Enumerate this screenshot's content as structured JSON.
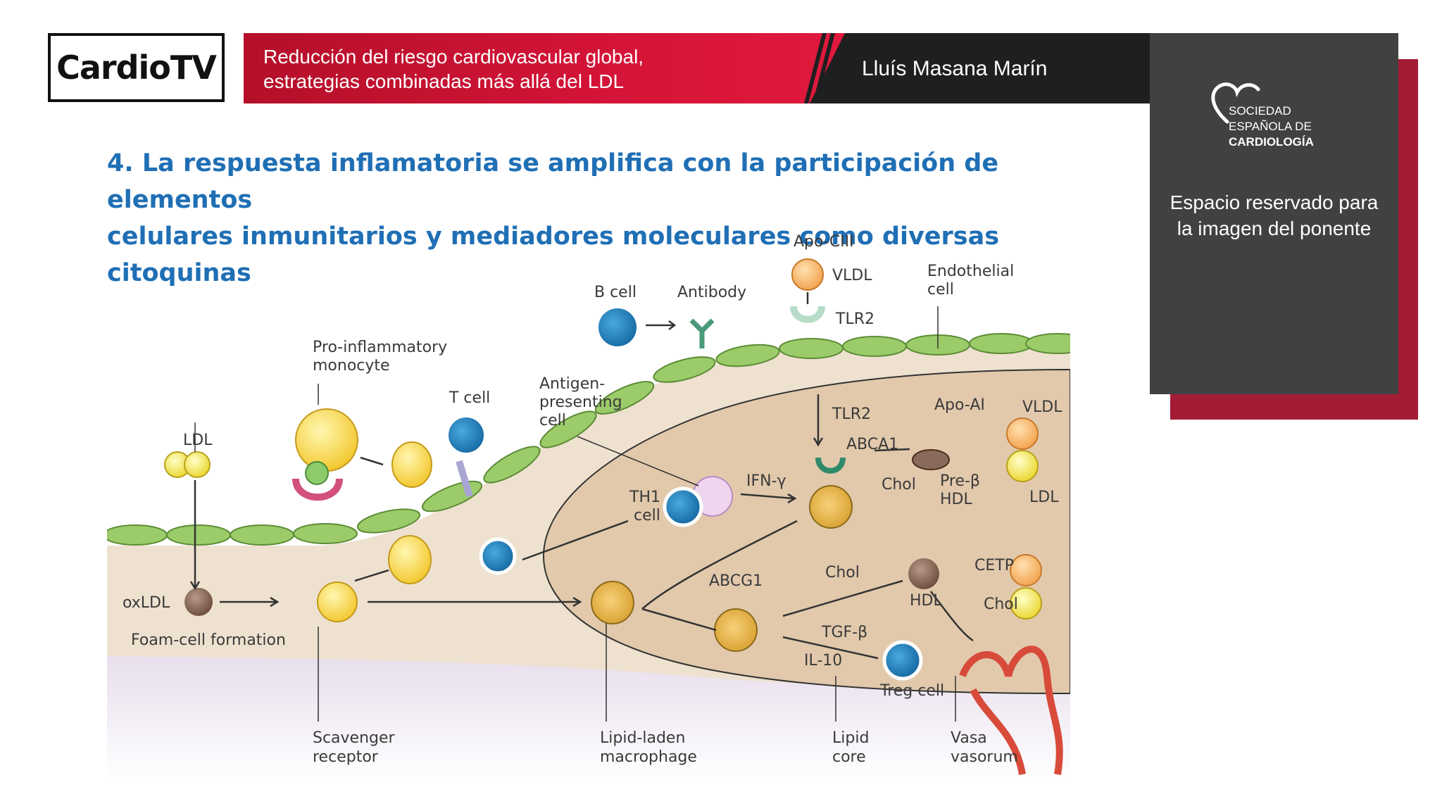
{
  "header": {
    "brand": "CardioTV",
    "talk_title_line1": "Reducción del riesgo cardiovascular global,",
    "talk_title_line2": "estrategias combinadas más allá del LDL",
    "speaker": "Lluís Masana Marín"
  },
  "side_panel": {
    "logo_line1": "SOCIEDAD",
    "logo_line2": "ESPAÑOLA DE",
    "logo_line3": "CARDIOLOGÍA",
    "reserved_line1": "Espacio reservado para",
    "reserved_line2": "la imagen del ponente"
  },
  "slide": {
    "title_line1": "4. La respuesta inflamatoria se amplifica con la participación de elementos",
    "title_line2": "celulares inmunitarios y mediadores moleculares como diversas citoquinas"
  },
  "diagram": {
    "labels": {
      "apo_ciii": "Apo-CIII",
      "vldl_top": "VLDL",
      "tlr2_top": "TLR2",
      "endothelial_1": "Endothelial",
      "endothelial_2": "cell",
      "b_cell": "B cell",
      "antibody": "Antibody",
      "pro_inflam_1": "Pro-inflammatory",
      "pro_inflam_2": "monocyte",
      "t_cell": "T cell",
      "apc_1": "Antigen-",
      "apc_2": "presenting",
      "apc_3": "cell",
      "ldl_left": "LDL",
      "tlr2_mid": "TLR2",
      "apo_ai": "Apo-AI",
      "vldl_right": "VLDL",
      "abca1": "ABCA1",
      "ifn": "IFN-γ",
      "chol_1": "Chol",
      "preb_1": "Pre-β",
      "preb_2": "HDL",
      "ldl_right": "LDL",
      "th1_1": "TH1",
      "th1_2": "cell",
      "cetp": "CETP",
      "chol_2": "Chol",
      "hdl": "HDL",
      "chol_3": "Chol",
      "abcg1": "ABCG1",
      "tgf": "TGF-β",
      "il10": "IL-10",
      "treg": "Treg cell",
      "oxldl": "oxLDL",
      "foam": "Foam-cell formation",
      "scav_1": "Scavenger",
      "scav_2": "receptor",
      "lipid_mac_1": "Lipid-laden",
      "lipid_mac_2": "macrophage",
      "lipid_core_1": "Lipid",
      "lipid_core_2": "core",
      "vasa_1": "Vasa",
      "vasa_2": "vasorum"
    }
  },
  "colors": {
    "accent_red": "#d21337",
    "title_blue": "#1f6fb5",
    "panel_gray": "#414142",
    "panel_shadow": "#a31b35"
  }
}
